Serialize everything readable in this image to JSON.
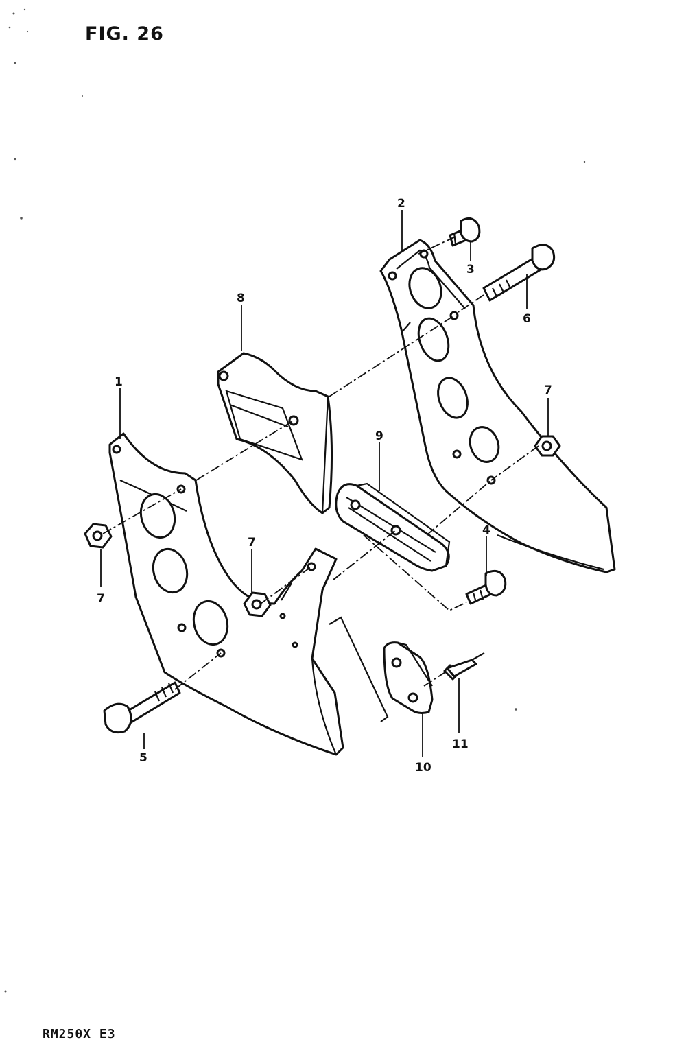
{
  "figure": {
    "title": "FIG. 26",
    "model": "RM250X  E3"
  },
  "callouts": [
    {
      "id": "c1",
      "label": "1"
    },
    {
      "id": "c2",
      "label": "2"
    },
    {
      "id": "c3",
      "label": "3"
    },
    {
      "id": "c4",
      "label": "4"
    },
    {
      "id": "c5",
      "label": "5"
    },
    {
      "id": "c6",
      "label": "6"
    },
    {
      "id": "c7a",
      "label": "7"
    },
    {
      "id": "c7b",
      "label": "7"
    },
    {
      "id": "c7c",
      "label": "7"
    },
    {
      "id": "c8",
      "label": "8"
    },
    {
      "id": "c9",
      "label": "9"
    },
    {
      "id": "c10",
      "label": "10"
    },
    {
      "id": "c11",
      "label": "11"
    }
  ]
}
